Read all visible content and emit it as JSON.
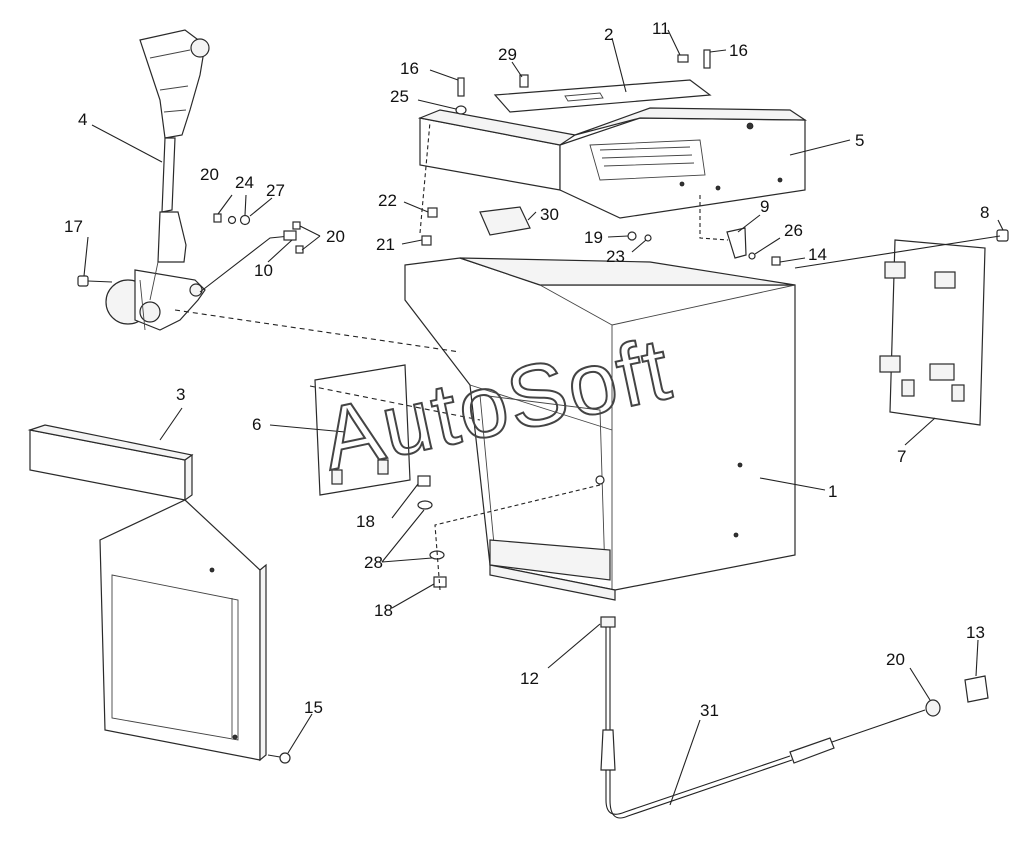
{
  "watermark": "AutoSoft",
  "callouts": [
    {
      "id": "c1",
      "label": "1"
    },
    {
      "id": "c2",
      "label": "2"
    },
    {
      "id": "c3",
      "label": "3"
    },
    {
      "id": "c4",
      "label": "4"
    },
    {
      "id": "c5",
      "label": "5"
    },
    {
      "id": "c6",
      "label": "6"
    },
    {
      "id": "c7",
      "label": "7"
    },
    {
      "id": "c8",
      "label": "8"
    },
    {
      "id": "c9",
      "label": "9"
    },
    {
      "id": "c10",
      "label": "10"
    },
    {
      "id": "c11",
      "label": "11"
    },
    {
      "id": "c12",
      "label": "12"
    },
    {
      "id": "c13",
      "label": "13"
    },
    {
      "id": "c14",
      "label": "14"
    },
    {
      "id": "c15",
      "label": "15"
    },
    {
      "id": "c16a",
      "label": "16"
    },
    {
      "id": "c16b",
      "label": "16"
    },
    {
      "id": "c17",
      "label": "17"
    },
    {
      "id": "c18a",
      "label": "18"
    },
    {
      "id": "c18b",
      "label": "18"
    },
    {
      "id": "c19",
      "label": "19"
    },
    {
      "id": "c20a",
      "label": "20"
    },
    {
      "id": "c20b",
      "label": "20"
    },
    {
      "id": "c20c",
      "label": "20"
    },
    {
      "id": "c21",
      "label": "21"
    },
    {
      "id": "c22",
      "label": "22"
    },
    {
      "id": "c23",
      "label": "23"
    },
    {
      "id": "c24",
      "label": "24"
    },
    {
      "id": "c25",
      "label": "25"
    },
    {
      "id": "c26",
      "label": "26"
    },
    {
      "id": "c27",
      "label": "27"
    },
    {
      "id": "c28",
      "label": "28"
    },
    {
      "id": "c29",
      "label": "29"
    },
    {
      "id": "c30",
      "label": "30"
    },
    {
      "id": "c31",
      "label": "31"
    }
  ]
}
